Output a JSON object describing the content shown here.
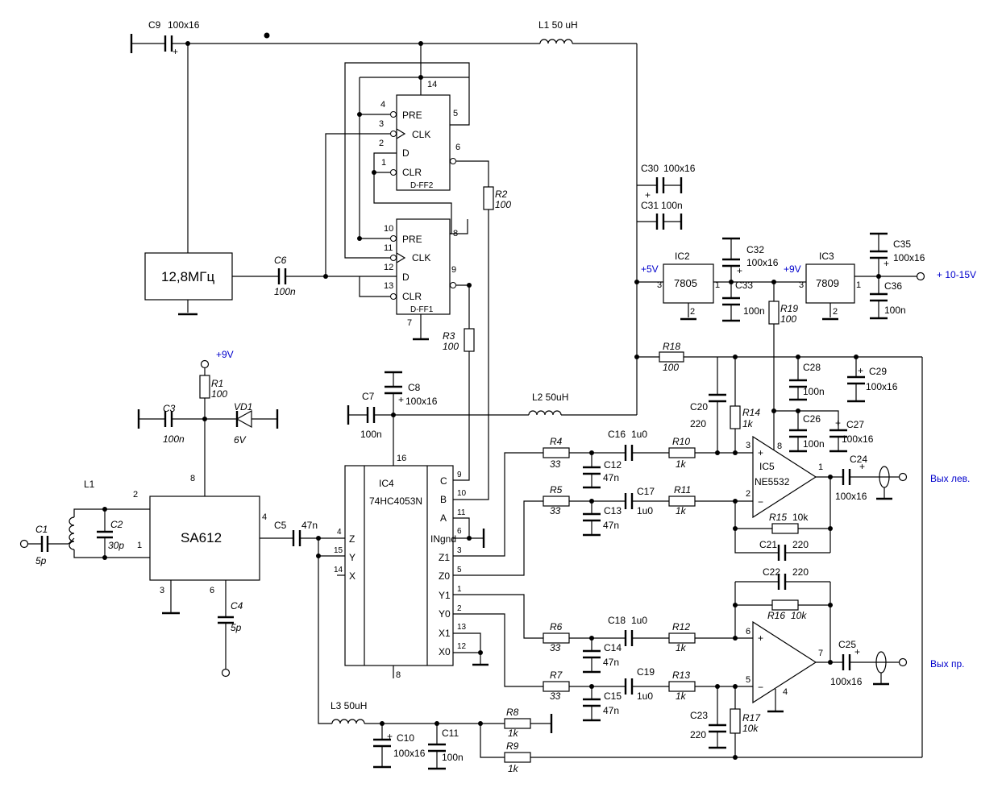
{
  "components": {
    "C9": {
      "ref": "C9",
      "value": "100x16",
      "polarity": "+"
    },
    "L1_top": {
      "label": "L1 50 uH"
    },
    "osc": {
      "label": "12,8МГц"
    },
    "C6": {
      "ref": "C6",
      "value": "100n"
    },
    "dff2": {
      "name": "D-FF2",
      "pre": "PRE",
      "clk": "CLK",
      "d": "D",
      "clr": "CLR",
      "pin_vcc": "14",
      "pin_pre": "4",
      "pin_clk": "3",
      "pin_d": "2",
      "pin_clr": "1",
      "pin_q": "5",
      "pin_nq": "6"
    },
    "dff1": {
      "name": "D-FF1",
      "pre": "PRE",
      "clk": "CLK",
      "d": "D",
      "clr": "CLR",
      "pin_pre": "10",
      "pin_clk": "11",
      "pin_d": "12",
      "pin_clr": "13",
      "pin_q": "8",
      "pin_nq": "9",
      "pin_gnd": "7"
    },
    "R2": {
      "ref": "R2",
      "value": "100"
    },
    "R3": {
      "ref": "R3",
      "value": "100"
    },
    "C30": {
      "ref": "C30",
      "value": "100x16",
      "polarity": "+"
    },
    "C31": {
      "ref": "C31",
      "value": "100n"
    },
    "IC2": {
      "ref": "IC2",
      "part": "7805",
      "pin_in": "3",
      "pin_out": "1",
      "pin_gnd": "2"
    },
    "IC3": {
      "ref": "IC3",
      "part": "7809",
      "pin_in": "3",
      "pin_out": "1",
      "pin_gnd": "2"
    },
    "C32": {
      "ref": "C32",
      "value": "100x16",
      "polarity": "+"
    },
    "C33": {
      "ref": "C33",
      "value": "100n"
    },
    "C35": {
      "ref": "C35",
      "value": "100x16",
      "polarity": "+"
    },
    "C36": {
      "ref": "C36",
      "value": "100n"
    },
    "rail5": {
      "label": "+5V"
    },
    "rail9": {
      "label": "+9V"
    },
    "vin": {
      "label": "+ 10-15V"
    },
    "R19": {
      "ref": "R19",
      "value": "100"
    },
    "R18": {
      "ref": "R18",
      "value": "100"
    },
    "C28": {
      "ref": "C28",
      "value": "100n"
    },
    "C29": {
      "ref": "C29",
      "value": "100x16",
      "polarity": "+"
    },
    "C26": {
      "ref": "C26",
      "value": "100n"
    },
    "C27": {
      "ref": "C27",
      "value": "100x16",
      "polarity": "+"
    },
    "C20": {
      "ref": "C20",
      "value": "220"
    },
    "R14": {
      "ref": "R14",
      "value": "1k"
    },
    "R1": {
      "ref": "R1",
      "value": "100"
    },
    "rail9_mixer": {
      "label": "+9V"
    },
    "C3": {
      "ref": "C3",
      "value": "100n"
    },
    "VD1": {
      "ref": "VD1",
      "value": "6V"
    },
    "L1_mix": {
      "label": "L1"
    },
    "C1": {
      "ref": "C1",
      "value": "5p"
    },
    "C2": {
      "ref": "C2",
      "value": "30p"
    },
    "SA612": {
      "label": "SA612",
      "pin1": "1",
      "pin2": "2",
      "pin3": "3",
      "pin4": "4",
      "pin6": "6",
      "pin8": "8"
    },
    "C4": {
      "ref": "C4",
      "value": "5p"
    },
    "C5": {
      "ref": "C5",
      "value": "47n"
    },
    "C7": {
      "ref": "C7",
      "value": "100n"
    },
    "C8": {
      "ref": "C8",
      "value": "100x16",
      "polarity": "+"
    },
    "L2": {
      "label": "L2 50uH"
    },
    "IC4": {
      "ref": "IC4",
      "part": "74HC4053N",
      "pin_vcc": "16",
      "pin_gnd": "8",
      "z": "Z",
      "y": "Y",
      "x": "X",
      "pin_z": "4",
      "pin_y": "15",
      "pin_x": "14",
      "c": "C",
      "b": "B",
      "a": "A",
      "ingnd": "INgnd",
      "z1": "Z1",
      "z0": "Z0",
      "y1": "Y1",
      "y0": "Y0",
      "x1": "X1",
      "x0": "X0",
      "pin_c": "9",
      "pin_b": "10",
      "pin_a": "11",
      "pin_ingnd": "6",
      "pin_z1": "3",
      "pin_z0": "5",
      "pin_y1": "1",
      "pin_y0": "2",
      "pin_x1": "13",
      "pin_x0": "12"
    },
    "R4": {
      "ref": "R4",
      "value": "33"
    },
    "R5": {
      "ref": "R5",
      "value": "33"
    },
    "R6": {
      "ref": "R6",
      "value": "33"
    },
    "R7": {
      "ref": "R7",
      "value": "33"
    },
    "C16": {
      "ref": "C16",
      "value": "1u0"
    },
    "C17": {
      "ref": "C17",
      "value": "1u0"
    },
    "C18": {
      "ref": "C18",
      "value": "1u0"
    },
    "C19": {
      "ref": "C19",
      "value": "1u0"
    },
    "C12": {
      "ref": "C12",
      "value": "47n"
    },
    "C13": {
      "ref": "C13",
      "value": "47n"
    },
    "C14": {
      "ref": "C14",
      "value": "47n"
    },
    "C15": {
      "ref": "C15",
      "value": "47n"
    },
    "R10": {
      "ref": "R10",
      "value": "1k"
    },
    "R11": {
      "ref": "R11",
      "value": "1k"
    },
    "R12": {
      "ref": "R12",
      "value": "1k"
    },
    "R13": {
      "ref": "R13",
      "value": "1k"
    },
    "IC5": {
      "ref": "IC5",
      "part": "NE5532",
      "pin1": "1",
      "pin2": "2",
      "pin3": "3",
      "pin4": "4",
      "pin5": "5",
      "pin6": "6",
      "pin7": "7",
      "pin8": "8",
      "plus": "+",
      "minus": "−"
    },
    "R15": {
      "ref": "R15",
      "value": "10k"
    },
    "C21": {
      "ref": "C21",
      "value": "220"
    },
    "C22": {
      "ref": "C22",
      "value": "220"
    },
    "R16": {
      "ref": "R16",
      "value": "10k"
    },
    "C24": {
      "ref": "C24",
      "value": "100x16",
      "polarity": "+"
    },
    "C25": {
      "ref": "C25",
      "value": "100x16",
      "polarity": "+"
    },
    "out_left": {
      "label": "Вых лев."
    },
    "out_right": {
      "label": "Вых пр."
    },
    "C23": {
      "ref": "C23",
      "value": "220"
    },
    "R17": {
      "ref": "R17",
      "value": "10k"
    },
    "L3": {
      "label": "L3 50uH"
    },
    "C10": {
      "ref": "C10",
      "value": "100x16",
      "polarity": "+"
    },
    "C11": {
      "ref": "C11",
      "value": "100n"
    },
    "R8": {
      "ref": "R8",
      "value": "1k"
    },
    "R9": {
      "ref": "R9",
      "value": "1k"
    }
  }
}
